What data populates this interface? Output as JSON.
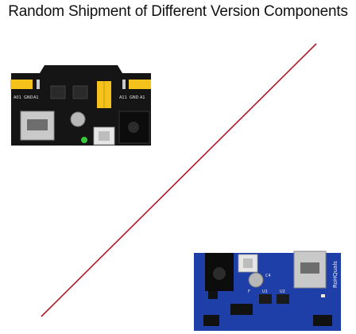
{
  "title": "Random Shipment of Different Version Components",
  "board_black": {
    "silk_top_left": [
      "A01",
      "GND",
      "A1"
    ],
    "silk_top_right": [
      "A11",
      "GND",
      "A1"
    ]
  },
  "board_blue": {
    "brand": "RoHQuals",
    "silk_labels": [
      "U1",
      "U2",
      "F",
      "C4"
    ]
  },
  "colors": {
    "divider": "#b01828",
    "black_pcb": "#151515",
    "blue_pcb": "#1f3fa8",
    "header_yellow": "#f4c21a"
  }
}
